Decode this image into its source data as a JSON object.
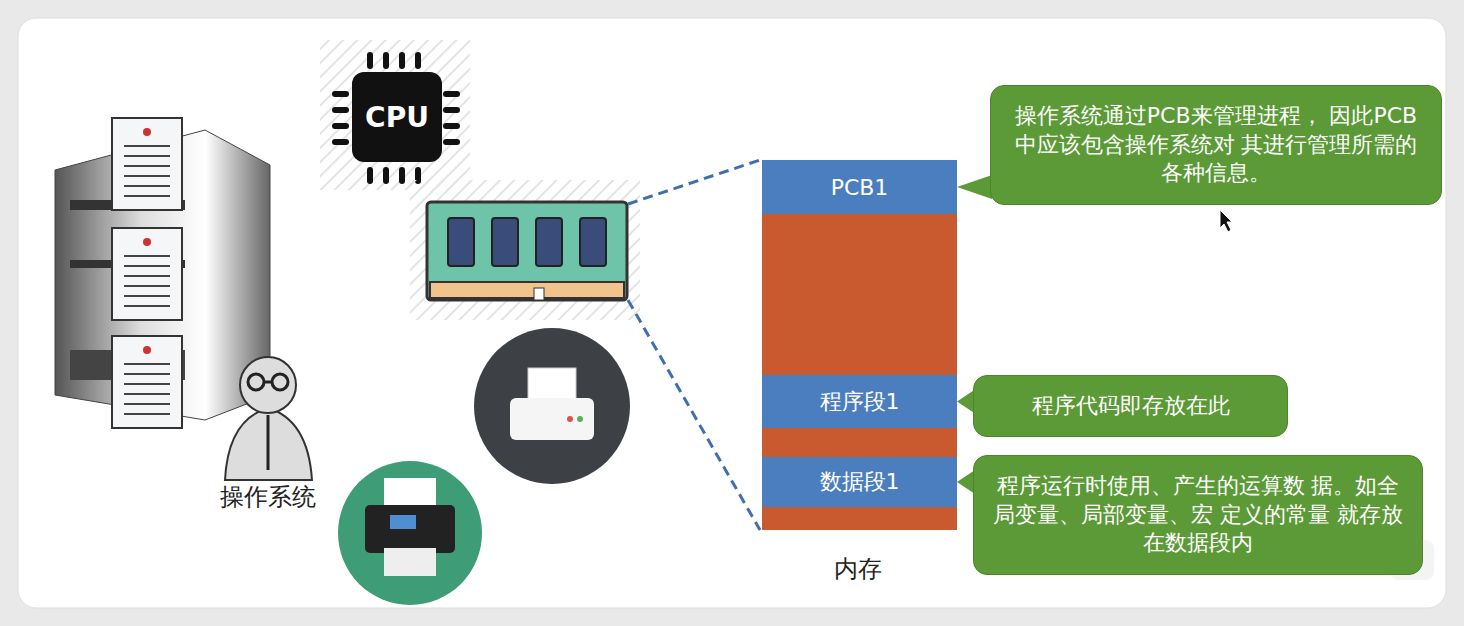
{
  "diagram": {
    "nodes": [
      {
        "text": [
          "操作系统通过PCB来管理进程， 因此PCB中应该包含操作系统对 其进行管理所需的各种信息。"
        ]
      },
      {
        "text": [
          "PCB1"
        ]
      },
      {
        "text": [
          "程序段1"
        ]
      },
      {
        "text": [
          "程序代码即存放在此"
        ]
      },
      {
        "text": [
          "数据段1"
        ]
      },
      {
        "text": [
          "程序运行时使用、产生的运算数 据。如全局变量、局部变量、宏 定义的常量 就存放在数据段内"
        ]
      }
    ],
    "edges": [
      {
        "from": 0,
        "to": 1,
        "arrow": "none"
      },
      {
        "from": 3,
        "to": 2,
        "arrow": "none"
      },
      {
        "from": 5,
        "to": 4,
        "arrow": "none"
      }
    ],
    "labels": [
      "CPU",
      "操作系统",
      "内存"
    ]
  }
}
